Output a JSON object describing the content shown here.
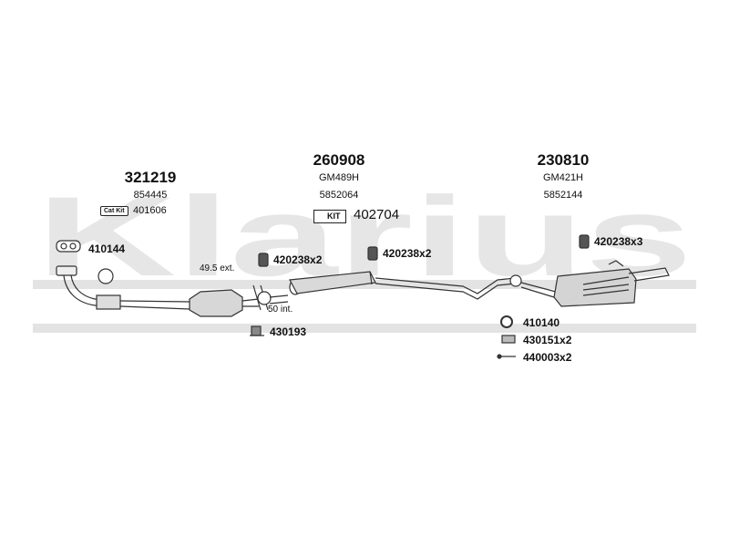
{
  "brand": {
    "watermark": "Klarius",
    "bar_color": "#e3e3e3",
    "text_color": "#111111"
  },
  "groups": [
    {
      "code": "321219",
      "sub1": "854445",
      "badge": "Cat Kit",
      "sub2": "401606"
    },
    {
      "code": "260908",
      "sub1": "GM489H",
      "sub2": "5852064",
      "kit_badge": "KIT",
      "kit_code": "402704"
    },
    {
      "code": "230810",
      "sub1": "GM421H",
      "sub2": "5852144"
    }
  ],
  "fittings": [
    {
      "label": "410144",
      "icon": "gasket-icon"
    },
    {
      "label": "420238x2",
      "icon": "rubber-mount-icon"
    },
    {
      "label": "420238x2",
      "icon": "rubber-mount-icon"
    },
    {
      "label": "420238x3",
      "icon": "rubber-mount-icon"
    },
    {
      "label": "430193",
      "icon": "bracket-icon"
    },
    {
      "label": "410140",
      "icon": "ring-gasket-icon"
    },
    {
      "label": "430151x2",
      "icon": "clamp-icon"
    },
    {
      "label": "440003x2",
      "icon": "bolt-icon"
    }
  ],
  "dimensions": {
    "d1": "49.5 ext.",
    "d2": "50 int."
  }
}
